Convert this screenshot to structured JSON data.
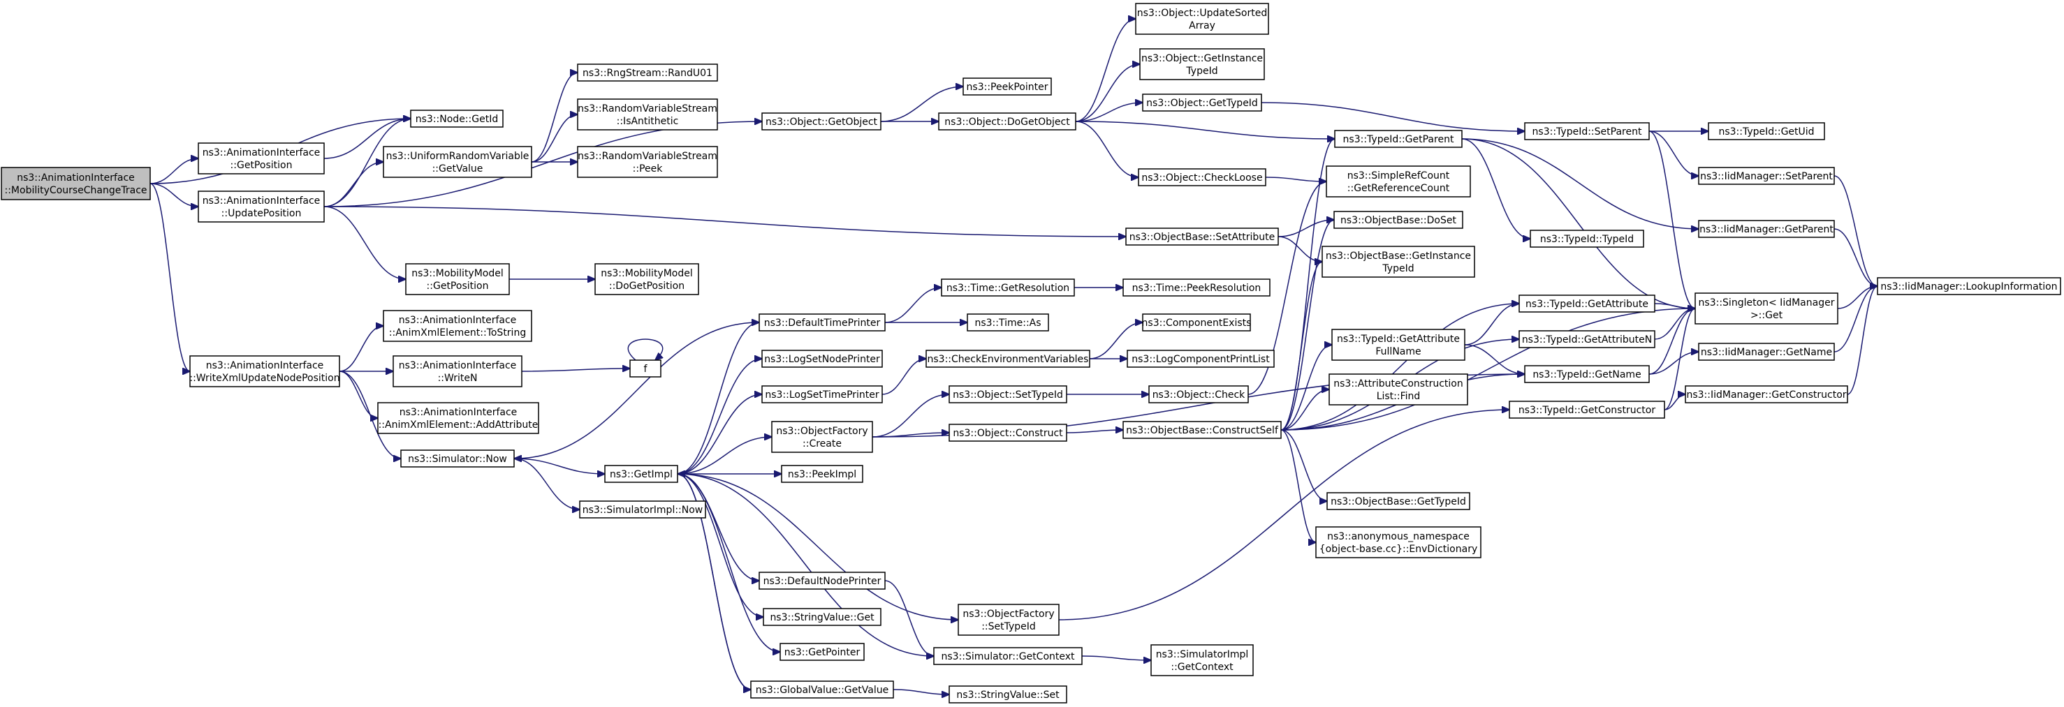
{
  "colors": {
    "edge": "#191970",
    "node_border": "#000000",
    "node_red_border": "#ff0000",
    "node_fill": "#ffffff",
    "root_fill": "#bfbfbf"
  },
  "nodes": [
    {
      "id": "root",
      "lines": [
        "ns3::AnimationInterface",
        "::MobilityCourseChangeTrace"
      ],
      "root": true
    },
    {
      "id": "nodeGetId",
      "lines": [
        "ns3::Node::GetId"
      ]
    },
    {
      "id": "aiGetPos",
      "lines": [
        "ns3::AnimationInterface",
        "::GetPosition"
      ]
    },
    {
      "id": "aiUpdPos",
      "lines": [
        "ns3::AnimationInterface",
        "::UpdatePosition"
      ]
    },
    {
      "id": "aiWriteXml",
      "lines": [
        "ns3::AnimationInterface",
        "::WriteXmlUpdateNodePosition"
      ]
    },
    {
      "id": "urvGetValue",
      "lines": [
        "ns3::UniformRandomVariable",
        "::GetValue"
      ]
    },
    {
      "id": "rngRandU01",
      "lines": [
        "ns3::RngStream::RandU01"
      ]
    },
    {
      "id": "rvsIsAnti",
      "lines": [
        "ns3::RandomVariableStream",
        "::IsAntithetic"
      ]
    },
    {
      "id": "rvsPeek",
      "lines": [
        "ns3::RandomVariableStream",
        "::Peek"
      ]
    },
    {
      "id": "mmGetPos",
      "lines": [
        "ns3::MobilityModel",
        "::GetPosition"
      ]
    },
    {
      "id": "mmDoGetPos",
      "lines": [
        "ns3::MobilityModel",
        "::DoGetPosition"
      ]
    },
    {
      "id": "axeToString",
      "lines": [
        "ns3::AnimationInterface",
        "::AnimXmlElement::ToString"
      ]
    },
    {
      "id": "aiWriteN",
      "lines": [
        "ns3::AnimationInterface",
        "::WriteN"
      ]
    },
    {
      "id": "axeAddAttr",
      "lines": [
        "ns3::AnimationInterface",
        "::AnimXmlElement::AddAttribute"
      ]
    },
    {
      "id": "f",
      "lines": [
        "f"
      ]
    },
    {
      "id": "simNow",
      "lines": [
        "ns3::Simulator::Now"
      ]
    },
    {
      "id": "getImpl",
      "lines": [
        "ns3::GetImpl"
      ]
    },
    {
      "id": "simImplNow",
      "lines": [
        "ns3::SimulatorImpl::Now"
      ]
    },
    {
      "id": "objGetObject",
      "lines": [
        "ns3::Object::GetObject"
      ]
    },
    {
      "id": "peekPointer",
      "lines": [
        "ns3::PeekPointer"
      ]
    },
    {
      "id": "objDoGetObject",
      "lines": [
        "ns3::Object::DoGetObject"
      ]
    },
    {
      "id": "objUpdSorted",
      "lines": [
        "ns3::Object::UpdateSorted",
        "Array"
      ]
    },
    {
      "id": "objGetInstTid",
      "lines": [
        "ns3::Object::GetInstance",
        "TypeId"
      ]
    },
    {
      "id": "objGetTypeId",
      "lines": [
        "ns3::Object::GetTypeId"
      ]
    },
    {
      "id": "objCheckLoose",
      "lines": [
        "ns3::Object::CheckLoose"
      ]
    },
    {
      "id": "objBaseSetAttr",
      "lines": [
        "ns3::ObjectBase::SetAttribute"
      ]
    },
    {
      "id": "defTimePrinter",
      "lines": [
        "ns3::DefaultTimePrinter"
      ]
    },
    {
      "id": "timeGetRes",
      "lines": [
        "ns3::Time::GetResolution"
      ]
    },
    {
      "id": "timePeekRes",
      "lines": [
        "ns3::Time::PeekResolution"
      ],
      "red": true
    },
    {
      "id": "timeAs",
      "lines": [
        "ns3::Time::As"
      ]
    },
    {
      "id": "compExists",
      "lines": [
        "ns3::ComponentExists"
      ],
      "red": true
    },
    {
      "id": "checkEnvVars",
      "lines": [
        "ns3::CheckEnvironmentVariables"
      ]
    },
    {
      "id": "logCompPrintList",
      "lines": [
        "ns3::LogComponentPrintList"
      ],
      "red": true
    },
    {
      "id": "logSetNodePrinter",
      "lines": [
        "ns3::LogSetNodePrinter"
      ]
    },
    {
      "id": "logSetTimePrinter",
      "lines": [
        "ns3::LogSetTimePrinter"
      ]
    },
    {
      "id": "objFactCreate",
      "lines": [
        "ns3::ObjectFactory",
        "::Create"
      ]
    },
    {
      "id": "objSetTypeId",
      "lines": [
        "ns3::Object::SetTypeId"
      ]
    },
    {
      "id": "objCheck",
      "lines": [
        "ns3::Object::Check"
      ]
    },
    {
      "id": "objConstruct",
      "lines": [
        "ns3::Object::Construct"
      ]
    },
    {
      "id": "objBaseConstructSelf",
      "lines": [
        "ns3::ObjectBase::ConstructSelf"
      ],
      "red": true
    },
    {
      "id": "peekImpl",
      "lines": [
        "ns3::PeekImpl"
      ]
    },
    {
      "id": "defNodePrinter",
      "lines": [
        "ns3::DefaultNodePrinter"
      ]
    },
    {
      "id": "strValGet",
      "lines": [
        "ns3::StringValue::Get"
      ]
    },
    {
      "id": "getPointer",
      "lines": [
        "ns3::GetPointer"
      ]
    },
    {
      "id": "globalValGetValue",
      "lines": [
        "ns3::GlobalValue::GetValue"
      ]
    },
    {
      "id": "strValSet",
      "lines": [
        "ns3::StringValue::Set"
      ]
    },
    {
      "id": "objFactSetTid",
      "lines": [
        "ns3::ObjectFactory",
        "::SetTypeId"
      ]
    },
    {
      "id": "simGetContext",
      "lines": [
        "ns3::Simulator::GetContext"
      ]
    },
    {
      "id": "simImplGetContext",
      "lines": [
        "ns3::SimulatorImpl",
        "::GetContext"
      ]
    },
    {
      "id": "tidGetParent",
      "lines": [
        "ns3::TypeId::GetParent"
      ]
    },
    {
      "id": "srcGetRefCount",
      "lines": [
        "ns3::SimpleRefCount",
        "::GetReferenceCount"
      ]
    },
    {
      "id": "objBaseDoSet",
      "lines": [
        "ns3::ObjectBase::DoSet"
      ]
    },
    {
      "id": "objBaseGetInstTid",
      "lines": [
        "ns3::ObjectBase::GetInstance",
        "TypeId"
      ]
    },
    {
      "id": "tidGetAttrFull",
      "lines": [
        "ns3::TypeId::GetAttribute",
        "FullName"
      ]
    },
    {
      "id": "aclFind",
      "lines": [
        "ns3::AttributeConstruction",
        "List::Find"
      ]
    },
    {
      "id": "objBaseGetTid",
      "lines": [
        "ns3::ObjectBase::GetTypeId"
      ],
      "red": true
    },
    {
      "id": "anonEnvDict",
      "lines": [
        "ns3::anonymous_namespace",
        "{object-base.cc}::EnvDictionary"
      ]
    },
    {
      "id": "tidSetParent",
      "lines": [
        "ns3::TypeId::SetParent"
      ]
    },
    {
      "id": "tidTypeId",
      "lines": [
        "ns3::TypeId::TypeId"
      ]
    },
    {
      "id": "tidGetAttr",
      "lines": [
        "ns3::TypeId::GetAttribute"
      ],
      "red": true
    },
    {
      "id": "tidGetAttrN",
      "lines": [
        "ns3::TypeId::GetAttributeN"
      ],
      "red": true
    },
    {
      "id": "tidGetName",
      "lines": [
        "ns3::TypeId::GetName"
      ]
    },
    {
      "id": "tidGetConstructor",
      "lines": [
        "ns3::TypeId::GetConstructor"
      ]
    },
    {
      "id": "tidGetUid",
      "lines": [
        "ns3::TypeId::GetUid"
      ]
    },
    {
      "id": "iidSetParent",
      "lines": [
        "ns3::IidManager::SetParent"
      ]
    },
    {
      "id": "iidGetParent",
      "lines": [
        "ns3::IidManager::GetParent"
      ]
    },
    {
      "id": "singletonGet",
      "lines": [
        "ns3::Singleton< IidManager",
        ">::Get"
      ]
    },
    {
      "id": "iidGetName",
      "lines": [
        "ns3::IidManager::GetName"
      ]
    },
    {
      "id": "iidGetConstructor",
      "lines": [
        "ns3::IidManager::GetConstructor"
      ]
    },
    {
      "id": "iidLookupInfo",
      "lines": [
        "ns3::IidManager::LookupInformation"
      ]
    }
  ],
  "edges": [
    [
      "root",
      "nodeGetId"
    ],
    [
      "root",
      "aiGetPos"
    ],
    [
      "root",
      "aiUpdPos"
    ],
    [
      "root",
      "aiWriteXml"
    ],
    [
      "aiGetPos",
      "nodeGetId"
    ],
    [
      "aiUpdPos",
      "nodeGetId"
    ],
    [
      "aiUpdPos",
      "urvGetValue"
    ],
    [
      "aiUpdPos",
      "objGetObject"
    ],
    [
      "aiUpdPos",
      "mmGetPos"
    ],
    [
      "aiUpdPos",
      "objBaseSetAttr"
    ],
    [
      "urvGetValue",
      "rngRandU01"
    ],
    [
      "urvGetValue",
      "rvsIsAnti"
    ],
    [
      "urvGetValue",
      "rvsPeek"
    ],
    [
      "mmGetPos",
      "mmDoGetPos"
    ],
    [
      "aiWriteXml",
      "axeToString"
    ],
    [
      "aiWriteXml",
      "aiWriteN"
    ],
    [
      "aiWriteXml",
      "axeAddAttr"
    ],
    [
      "aiWriteXml",
      "simNow"
    ],
    [
      "aiWriteN",
      "f"
    ],
    [
      "f",
      "f"
    ],
    [
      "simNow",
      "getImpl"
    ],
    [
      "simNow",
      "simImplNow"
    ],
    [
      "getImpl",
      "defTimePrinter"
    ],
    [
      "getImpl",
      "logSetNodePrinter"
    ],
    [
      "getImpl",
      "logSetTimePrinter"
    ],
    [
      "getImpl",
      "objFactCreate"
    ],
    [
      "getImpl",
      "peekImpl"
    ],
    [
      "getImpl",
      "defNodePrinter"
    ],
    [
      "getImpl",
      "strValGet"
    ],
    [
      "getImpl",
      "getPointer"
    ],
    [
      "getImpl",
      "globalValGetValue"
    ],
    [
      "getImpl",
      "objFactSetTid"
    ],
    [
      "getImpl",
      "simGetContext"
    ],
    [
      "defTimePrinter",
      "simNow"
    ],
    [
      "defTimePrinter",
      "timeGetRes"
    ],
    [
      "defTimePrinter",
      "timeAs"
    ],
    [
      "timeGetRes",
      "timePeekRes"
    ],
    [
      "logSetTimePrinter",
      "checkEnvVars"
    ],
    [
      "checkEnvVars",
      "compExists"
    ],
    [
      "checkEnvVars",
      "logCompPrintList"
    ],
    [
      "defNodePrinter",
      "simGetContext"
    ],
    [
      "simGetContext",
      "simImplGetContext"
    ],
    [
      "globalValGetValue",
      "getImpl"
    ],
    [
      "globalValGetValue",
      "strValSet"
    ],
    [
      "objFactCreate",
      "objSetTypeId"
    ],
    [
      "objFactCreate",
      "objConstruct"
    ],
    [
      "objFactCreate",
      "tidGetName"
    ],
    [
      "objSetTypeId",
      "objCheck"
    ],
    [
      "objConstruct",
      "objBaseConstructSelf"
    ],
    [
      "objFactSetTid",
      "tidGetConstructor"
    ],
    [
      "objGetObject",
      "peekPointer"
    ],
    [
      "objGetObject",
      "objDoGetObject"
    ],
    [
      "objDoGetObject",
      "objUpdSorted"
    ],
    [
      "objDoGetObject",
      "objGetInstTid"
    ],
    [
      "objDoGetObject",
      "objGetTypeId"
    ],
    [
      "objDoGetObject",
      "objCheckLoose"
    ],
    [
      "objDoGetObject",
      "tidGetParent"
    ],
    [
      "objGetTypeId",
      "tidSetParent"
    ],
    [
      "objCheckLoose",
      "srcGetRefCount"
    ],
    [
      "objCheck",
      "srcGetRefCount"
    ],
    [
      "objBaseSetAttr",
      "objBaseDoSet"
    ],
    [
      "objBaseSetAttr",
      "objBaseGetInstTid"
    ],
    [
      "objBaseConstructSelf",
      "tidGetParent"
    ],
    [
      "objBaseConstructSelf",
      "objBaseDoSet"
    ],
    [
      "objBaseConstructSelf",
      "objBaseGetInstTid"
    ],
    [
      "objBaseConstructSelf",
      "tidGetAttrFull"
    ],
    [
      "objBaseConstructSelf",
      "aclFind"
    ],
    [
      "objBaseConstructSelf",
      "objBaseGetTid"
    ],
    [
      "objBaseConstructSelf",
      "anonEnvDict"
    ],
    [
      "objBaseConstructSelf",
      "tidGetAttr"
    ],
    [
      "objBaseConstructSelf",
      "tidGetAttrN"
    ],
    [
      "objBaseConstructSelf",
      "tidGetName"
    ],
    [
      "objBaseConstructSelf",
      "singletonGet"
    ],
    [
      "tidGetAttrFull",
      "tidGetAttr"
    ],
    [
      "tidGetAttrFull",
      "tidGetName"
    ],
    [
      "tidGetParent",
      "tidTypeId"
    ],
    [
      "tidGetParent",
      "singletonGet"
    ],
    [
      "tidGetParent",
      "iidGetParent"
    ],
    [
      "tidSetParent",
      "tidGetUid"
    ],
    [
      "tidSetParent",
      "iidSetParent"
    ],
    [
      "tidSetParent",
      "singletonGet"
    ],
    [
      "tidGetAttr",
      "singletonGet"
    ],
    [
      "tidGetAttrN",
      "singletonGet"
    ],
    [
      "tidGetName",
      "singletonGet"
    ],
    [
      "tidGetName",
      "iidGetName"
    ],
    [
      "tidGetConstructor",
      "singletonGet"
    ],
    [
      "tidGetConstructor",
      "iidGetConstructor"
    ],
    [
      "iidSetParent",
      "iidLookupInfo"
    ],
    [
      "iidGetParent",
      "iidLookupInfo"
    ],
    [
      "iidGetName",
      "iidLookupInfo"
    ],
    [
      "iidGetConstructor",
      "iidLookupInfo"
    ],
    [
      "singletonGet",
      "iidLookupInfo"
    ]
  ]
}
